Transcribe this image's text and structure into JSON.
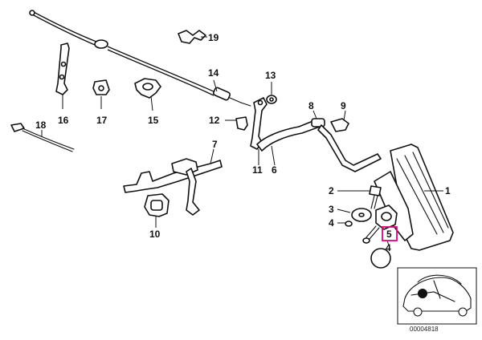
{
  "labels": {
    "p1": "1",
    "p2": "2",
    "p3": "3",
    "p4a": "4",
    "p4b": "4",
    "p5": "5",
    "p6": "6",
    "p7": "7",
    "p8": "8",
    "p9": "9",
    "p10": "10",
    "p11": "11",
    "p12": "12",
    "p13": "13",
    "p14": "14",
    "p15": "15",
    "p16": "16",
    "p17": "17",
    "p18": "18",
    "p19": "19"
  },
  "highlighted_part": "5",
  "highlight_color": "#e0007a",
  "diagram_code": "00004818"
}
